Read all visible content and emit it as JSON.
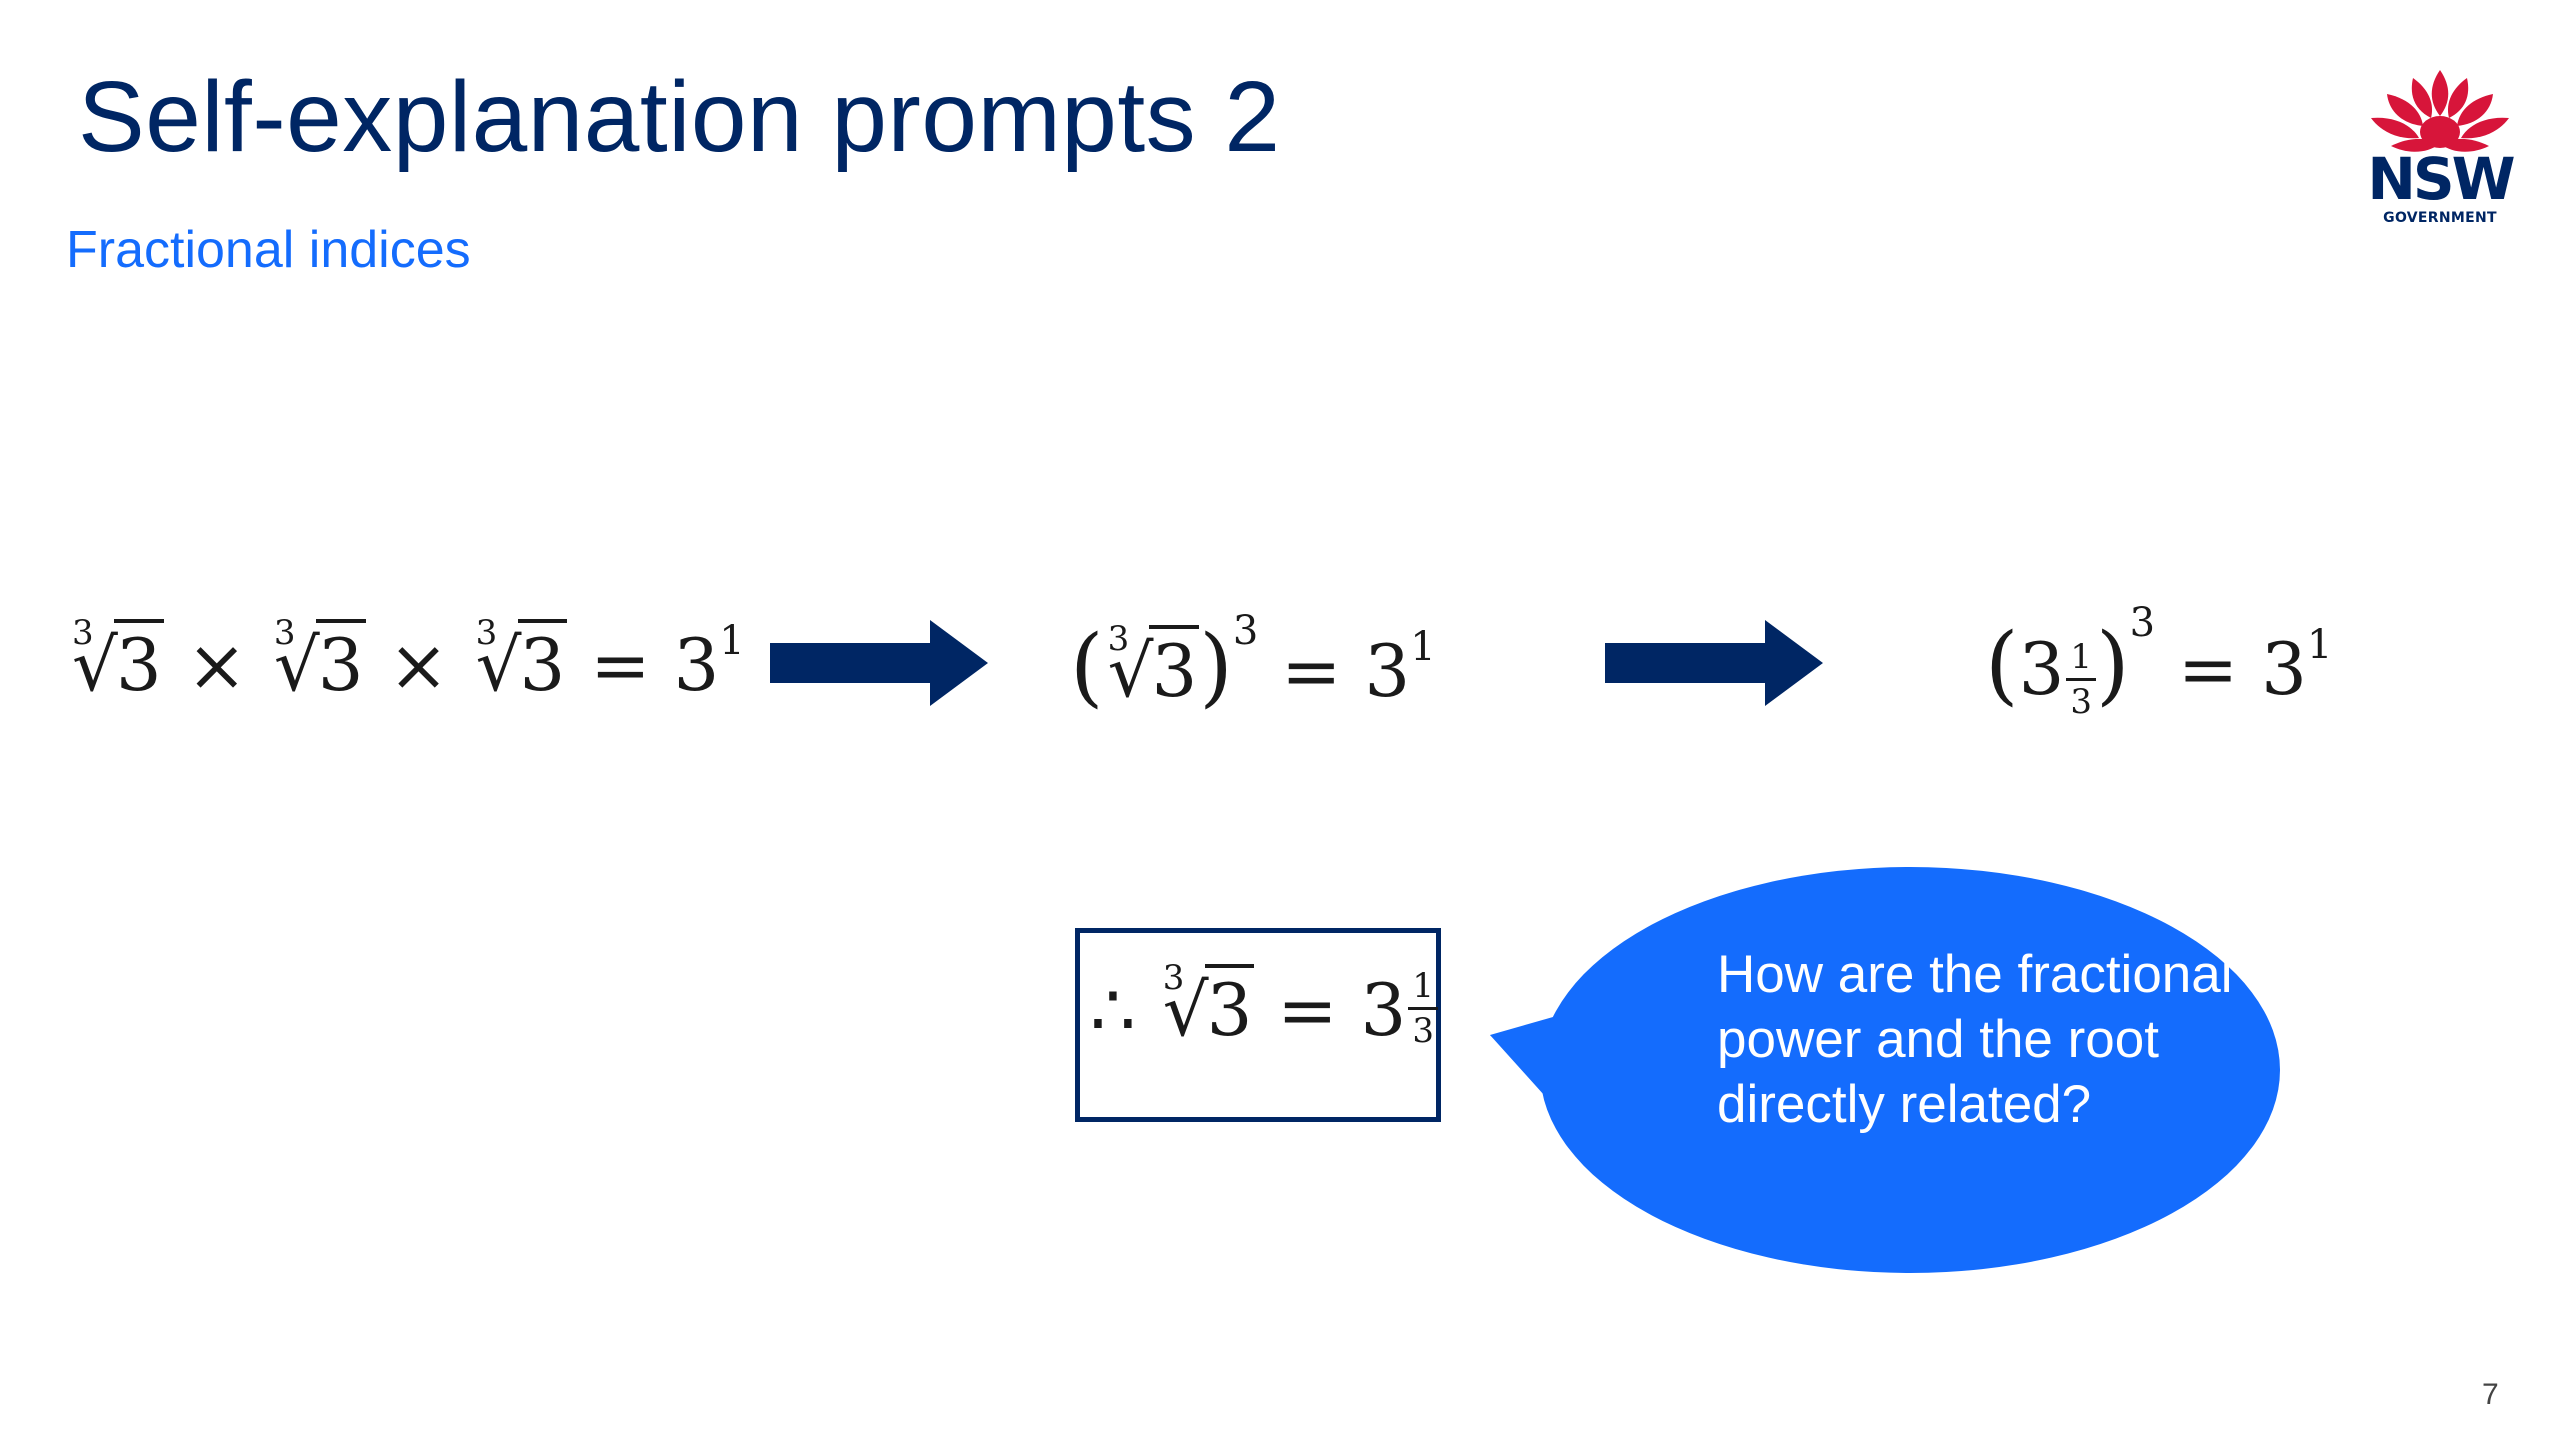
{
  "slide": {
    "title": "Self-explanation prompts 2",
    "subtitle": "Fractional indices",
    "page_number": "7"
  },
  "logo": {
    "name": "NSW Government",
    "wordmark": "NSW",
    "tagline": "GOVERNMENT",
    "icon": "waratah-icon"
  },
  "math": {
    "root_index": "3",
    "radicand": "3",
    "times": "×",
    "equals": "=",
    "base": "3",
    "exp_one": "1",
    "cube_exp": "3",
    "lparen": "(",
    "rparen": ")",
    "frac_num": "1",
    "frac_den": "3",
    "therefore": "∴"
  },
  "callout": {
    "text": "How are the fractional power and the root directly related?"
  },
  "colors": {
    "navy": "#002664",
    "blue": "#146cfd",
    "red": "#d7153a"
  }
}
